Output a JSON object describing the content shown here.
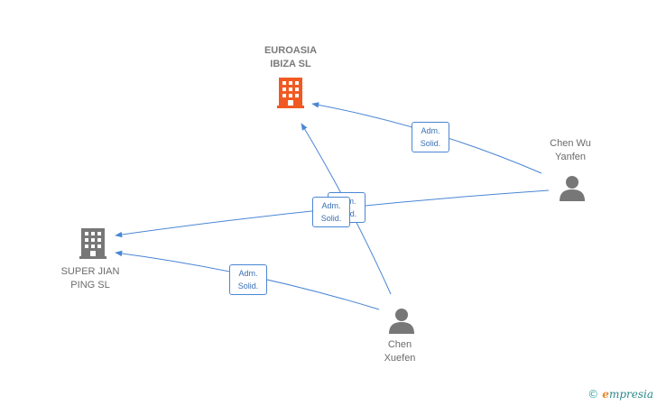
{
  "nodes": {
    "euroasia": {
      "line1": "EUROASIA",
      "line2": "IBIZA SL",
      "color": "#f05a22"
    },
    "superjian": {
      "line1": "SUPER JIAN",
      "line2": "PING SL",
      "color": "#777777"
    },
    "chenwu": {
      "line1": "Chen Wu",
      "line2": "Yanfen",
      "color": "#777777"
    },
    "chenxue": {
      "line1": "Chen",
      "line2": "Xuefen",
      "color": "#777777"
    }
  },
  "edges": {
    "chenwu_euroasia": {
      "line1": "Adm.",
      "line2": "Solid."
    },
    "chenxue_euroasia": {
      "line1": "Adm.",
      "line2": "Solid."
    },
    "chenwu_superjian": {
      "line1": "Adm.",
      "line2": "Solid."
    },
    "chenxue_superjian": {
      "line1": "Adm.",
      "line2": "Solid."
    },
    "color": "#4a86d4"
  },
  "watermark": {
    "copyright": "©",
    "brand_first": "e",
    "brand_rest": "mpresia"
  }
}
